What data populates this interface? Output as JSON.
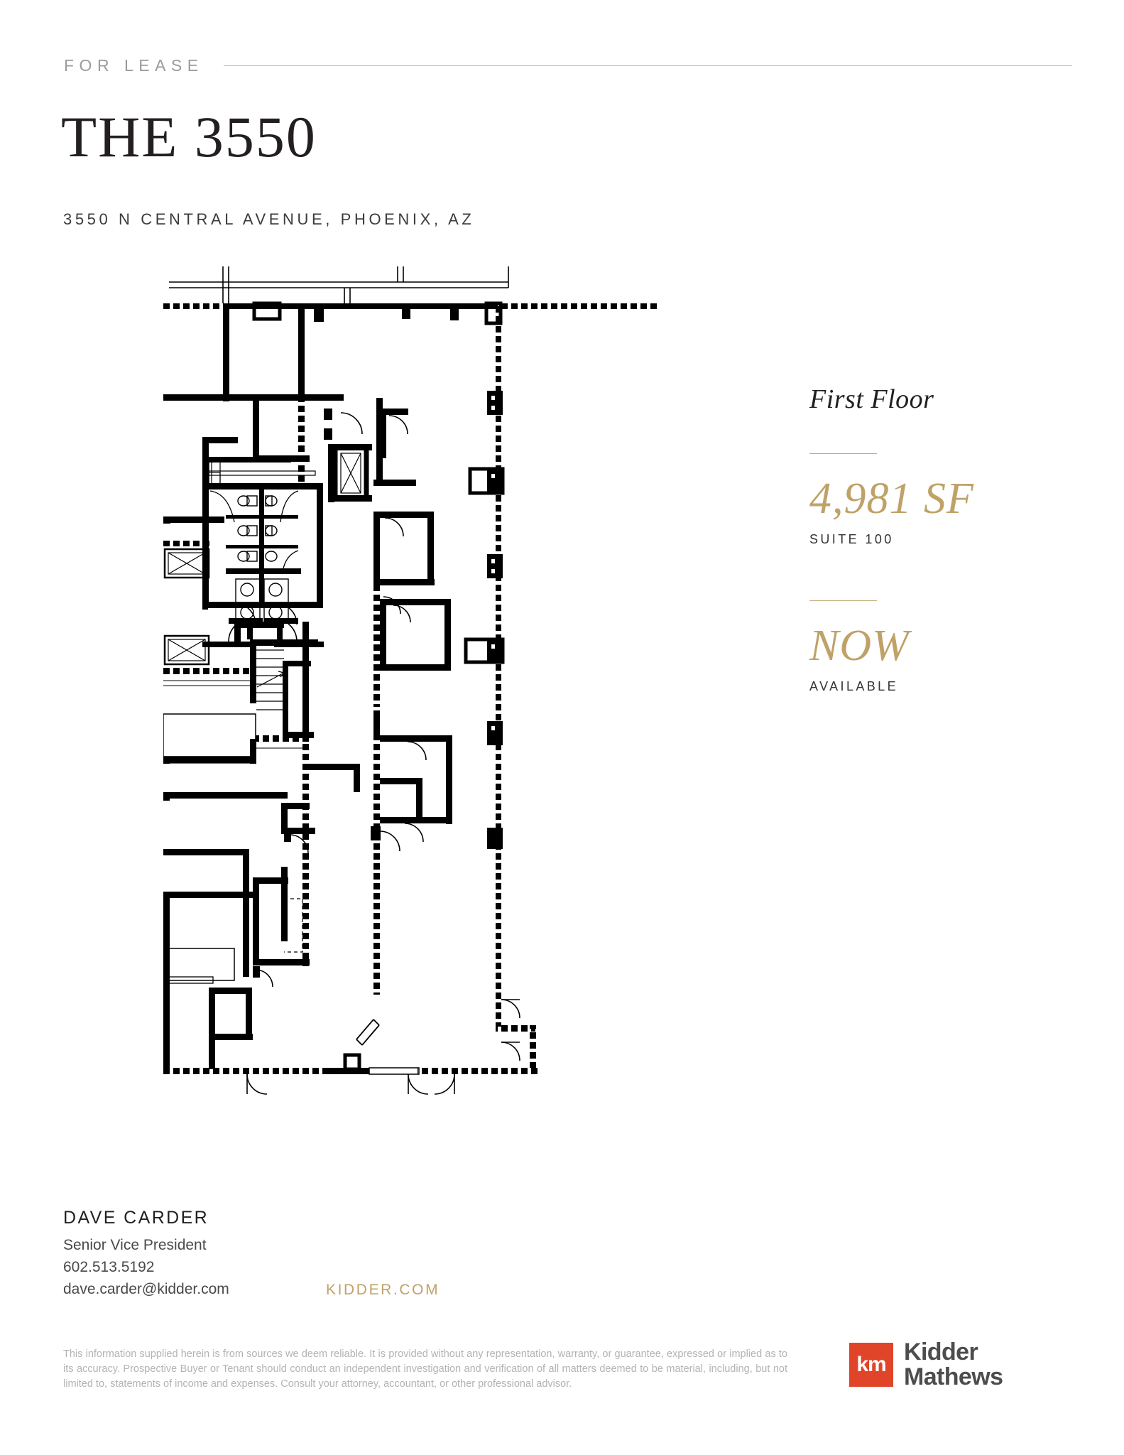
{
  "header": {
    "eyebrow": "FOR LEASE",
    "title": "THE 3550",
    "address": "3550 N CENTRAL AVENUE, PHOENIX, AZ"
  },
  "info": {
    "floor_label": "First Floor",
    "size": "4,981 SF",
    "suite": "SUITE 100",
    "availability": "NOW",
    "availability_sub": "AVAILABLE",
    "accent_color": "#bfa268"
  },
  "contact": {
    "name": "DAVE CARDER",
    "title": "Senior Vice President",
    "phone": "602.513.5192",
    "email": "dave.carder@kidder.com",
    "website": "KIDDER.COM"
  },
  "footer": {
    "disclaimer": "This information supplied herein is from sources we deem reliable. It is provided without any representation, warranty, or guarantee, expressed or implied as to its accuracy. Prospective Buyer or Tenant should conduct an independent investigation and verification of all matters deemed to be material, including, but not limited to, statements of income and expenses. Consult your attorney, accountant, or other professional advisor.",
    "logo_mark_text": "km",
    "logo_line1": "Kidder",
    "logo_line2": "Mathews",
    "logo_color": "#e0452a"
  },
  "floorplan": {
    "name": "first-floor-suite-100-plan",
    "wall_color": "#000000"
  }
}
